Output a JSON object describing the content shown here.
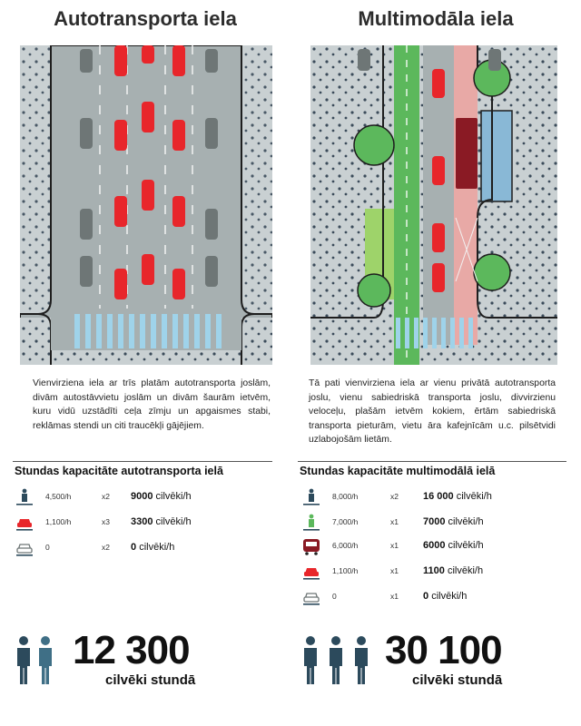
{
  "left": {
    "title": "Autotransporta iela",
    "description": "Vienvirziena iela ar trīs platām autotransporta joslām, divām autostāvvietu joslām un divām šaurām ietvēm, kuru vidū uzstādīti ceļa zīmju un apgaismes stabi, reklāmas stendi un citi traucēkļi gājējiem.",
    "capacity_heading": "Stundas kapacitāte autotransporta ielā",
    "rows": [
      {
        "icon": "pedestrian-icon",
        "rate": "4,500/h",
        "mult": "x2",
        "total_num": "9000",
        "total_unit": "cilvēki/h"
      },
      {
        "icon": "car-icon",
        "rate": "1,100/h",
        "mult": "x3",
        "total_num": "3300",
        "total_unit": "cilvēki/h"
      },
      {
        "icon": "parked-car-icon",
        "rate": "0",
        "mult": "x2",
        "total_num": "0",
        "total_unit": "cilvēki/h"
      }
    ],
    "total": "12 300",
    "total_label": "cilvēki stundā"
  },
  "right": {
    "title": "Multimodāla iela",
    "description": "Tā pati vienvirziena iela ar vienu privātā autotransporta joslu, vienu sabiedriskā transporta joslu, divvirzienu veloceļu, plašām ietvēm kokiem, ērtām sabiedriskā transporta pieturām, vietu āra kafejnīcām u.c. pilsētvidi uzlabojošām lietām.",
    "capacity_heading": "Stundas kapacitāte multimodālā ielā",
    "rows": [
      {
        "icon": "pedestrian-icon",
        "rate": "8,000/h",
        "mult": "x2",
        "total_num": "16 000",
        "total_unit": "cilvēki/h"
      },
      {
        "icon": "cyclist-icon",
        "rate": "7,000/h",
        "mult": "x1",
        "total_num": "7000",
        "total_unit": "cilvēki/h"
      },
      {
        "icon": "bus-icon",
        "rate": "6,000/h",
        "mult": "x1",
        "total_num": "6000",
        "total_unit": "cilvēki/h"
      },
      {
        "icon": "car-icon",
        "rate": "1,100/h",
        "mult": "x1",
        "total_num": "1100",
        "total_unit": "cilvēki/h"
      },
      {
        "icon": "parked-car-icon",
        "rate": "0",
        "mult": "x1",
        "total_num": "0",
        "total_unit": "cilvēki/h"
      }
    ],
    "total": "30 100",
    "total_label": "cilvēki stundā"
  },
  "colors": {
    "sidewalk": "#c9d0d2",
    "road": "#a7b0b1",
    "red_car": "#e8262b",
    "gray_car": "#6e7676",
    "bike_lane": "#5cb85c",
    "bus_lane": "#e8a9a6",
    "bus": "#8a1a24",
    "crosswalk": "#9fd3ea",
    "person": "#2c4a5c"
  }
}
